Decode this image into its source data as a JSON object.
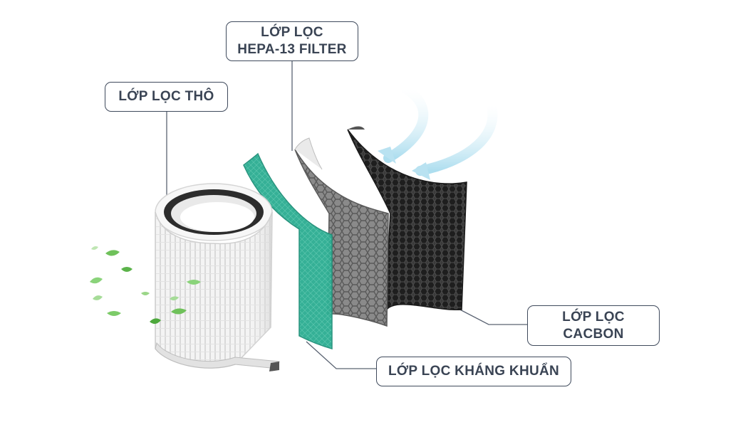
{
  "labels": {
    "coarse": "LỚP LỌC THÔ",
    "hepa_line1": "LỚP LỌC",
    "hepa_line2": "HEPA-13 FILTER",
    "carbon_line1": "LỚP LỌC",
    "carbon_line2": "CACBON",
    "antibacterial": "LỚP LỌC KHÁNG KHUẨN"
  },
  "colors": {
    "label_border": "#3f4a5c",
    "label_text": "#3a4454",
    "antibacterial_layer": "#2fae93",
    "hepa_layer": "#7c7c7c",
    "carbon_layer": "#2a2a2a",
    "leaf": "#6fc15a",
    "airflow": "#bfe6f2"
  }
}
